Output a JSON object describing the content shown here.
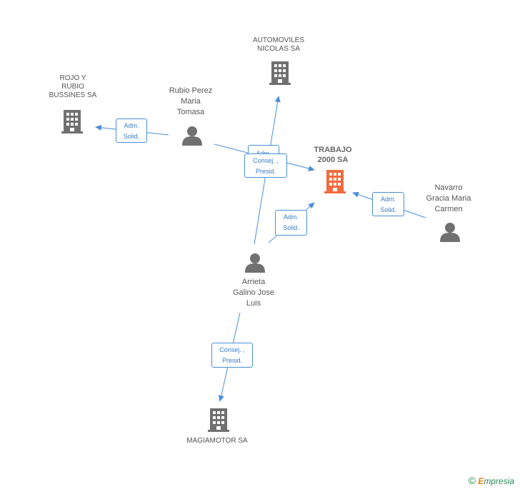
{
  "nodes": {
    "automoviles": {
      "label": "AUTOMOVILES\nNICOLAS SA",
      "type": "company"
    },
    "rojo": {
      "label": "ROJO Y\nRUBIO\nBUSSINES SA",
      "type": "company"
    },
    "rubio": {
      "label": "Rubio Perez\nMaria\nTomasa",
      "type": "person"
    },
    "trabajo": {
      "label": "TRABAJO\n2000 SA",
      "type": "company",
      "focus": true
    },
    "navarro": {
      "label": "Navarro\nGracia Maria\nCarmen",
      "type": "person"
    },
    "arrieta": {
      "label": "Arrieta\nGalino Jose\nLuis",
      "type": "person"
    },
    "magiamotor": {
      "label": "MAGIAMOTOR SA",
      "type": "company"
    }
  },
  "roles": {
    "rubio_rojo": "Adm.\nSolid.",
    "rubio_trabajo": "Adm.\nSolid.",
    "arrieta_automoviles": "Consej. ,\nPresid.",
    "arrieta_trabajo": "Adm.\nSolid.",
    "navarro_trabajo": "Adm.\nSolid.",
    "arrieta_magiamotor": "Consej. ,\nPresid."
  },
  "colors": {
    "edge": "#4a8fd8",
    "icon": "#707070",
    "focus_icon": "#f26a3d"
  },
  "footer": {
    "copyright": "©",
    "brand_first": "E",
    "brand_rest": "mpresia"
  }
}
